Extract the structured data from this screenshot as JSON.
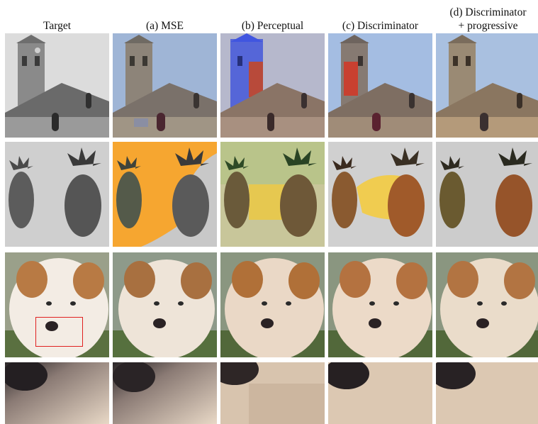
{
  "figure": {
    "columns": [
      {
        "id": "target",
        "label": "Target"
      },
      {
        "id": "mse",
        "label": "(a) MSE"
      },
      {
        "id": "perceptual",
        "label": "(b) Perceptual"
      },
      {
        "id": "discriminator",
        "label": "(c) Discriminator"
      },
      {
        "id": "disc-progressive",
        "label": "(d) Discriminator\n+ progressive"
      }
    ],
    "rows": [
      "church",
      "pineapples",
      "dog",
      "dog-crop"
    ]
  }
}
